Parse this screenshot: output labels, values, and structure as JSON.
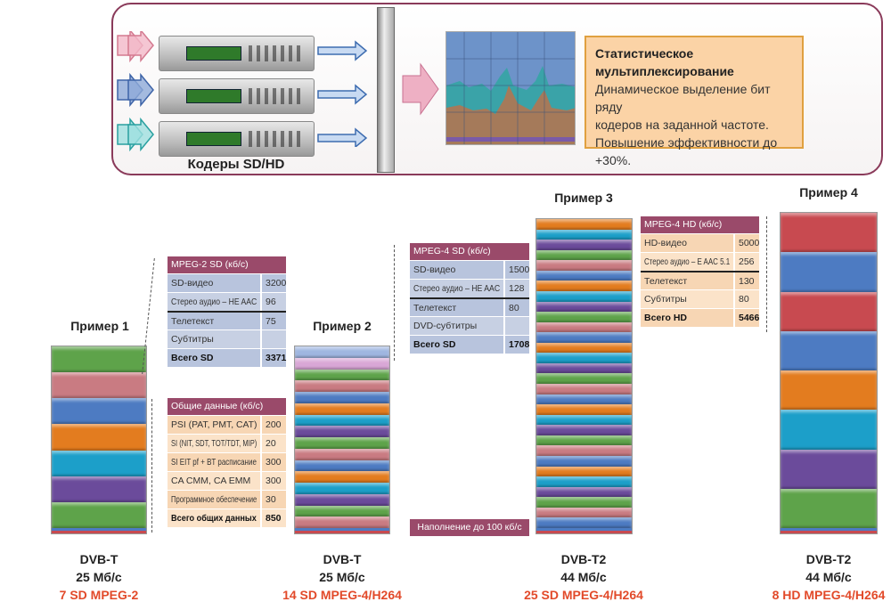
{
  "top": {
    "encoders_caption": "Кодеры SD/HD",
    "stat_title_1": "Статистическое",
    "stat_title_2": "мультиплексирование",
    "stat_text": [
      "Динамическое выделение бит ряду",
      "кодеров на заданной частоте.",
      "Повышение эффективности до +30%."
    ]
  },
  "colors": {
    "green": "#5ea34a",
    "rose": "#c97b82",
    "blue": "#4d7bc2",
    "orange": "#e37c1f",
    "teal": "#1c9fc9",
    "purple": "#6b4b9b",
    "lblue": "#9fb6e0",
    "pink": "#d9a7d6",
    "red": "#c84a50"
  },
  "examples": [
    {
      "label": "Пример 1",
      "standard": "DVB-T",
      "rate": "25 Мб/с",
      "content": "7 SD MPEG-2",
      "bands": [
        "green",
        "rose",
        "blue",
        "orange",
        "teal",
        "purple",
        "green"
      ]
    },
    {
      "label": "Пример 2",
      "standard": "DVB-T",
      "rate": "25 Мб/с",
      "content": "14 SD MPEG-4/H264",
      "bands": [
        "lblue",
        "pink",
        "green",
        "rose",
        "blue",
        "orange",
        "teal",
        "purple",
        "green",
        "rose",
        "blue",
        "orange",
        "teal",
        "purple",
        "green",
        "rose"
      ]
    },
    {
      "label": "Пример 3",
      "standard": "DVB-T2",
      "rate": "44 Мб/с",
      "content": "25 SD MPEG-4/H264",
      "bands": [
        "orange",
        "teal",
        "purple",
        "green",
        "rose",
        "blue",
        "orange",
        "teal",
        "purple",
        "green",
        "rose",
        "blue",
        "orange",
        "teal",
        "purple",
        "green",
        "rose",
        "blue",
        "orange",
        "teal",
        "purple",
        "green",
        "rose",
        "blue",
        "orange",
        "teal",
        "purple",
        "green",
        "rose",
        "blue"
      ]
    },
    {
      "label": "Пример 4",
      "standard": "DVB-T2",
      "rate": "44 Мб/с",
      "content": "8 HD MPEG-4/H264",
      "bands": [
        "red",
        "blue",
        "red",
        "blue",
        "orange",
        "teal",
        "purple",
        "green"
      ]
    }
  ],
  "tables": {
    "mpeg2": {
      "title": "MPEG-2 SD (кб/с)",
      "rows": [
        [
          "SD-видео",
          "3200"
        ],
        [
          "Стерео аудио – HE AAC",
          "96"
        ],
        [
          "Телетекст",
          "75"
        ],
        [
          "Субтитры",
          ""
        ],
        [
          "Всего SD",
          "3371"
        ]
      ]
    },
    "common": {
      "title": "Общие данные (кб/с)",
      "rows": [
        [
          "PSI (PAT, PMT, CAT)",
          "200"
        ],
        [
          "SI (NIT, SDT, TOT/TDT, MIP)",
          "20"
        ],
        [
          "SI EIT pf + BT расписание",
          "300"
        ],
        [
          "CA CMM, CA EMM",
          "300"
        ],
        [
          "Программное обеспечение",
          "30"
        ],
        [
          "Всего общих данных",
          "850"
        ]
      ]
    },
    "mpeg4sd": {
      "title": "MPEG-4 SD (кб/с)",
      "rows": [
        [
          "SD-видео",
          "1500"
        ],
        [
          "Стерео аудио – HE AAC",
          "128"
        ],
        [
          "Телетекст",
          "80"
        ],
        [
          "DVD-субтитры",
          ""
        ],
        [
          "Всего SD",
          "1708"
        ]
      ]
    },
    "mpeg4hd": {
      "title": "MPEG-4 HD (кб/с)",
      "rows": [
        [
          "HD-видео",
          "5000"
        ],
        [
          "Стерео аудио – E AAC 5.1",
          "256"
        ],
        [
          "Телетекст",
          "130"
        ],
        [
          "Субтитры",
          "80"
        ],
        [
          "Всего HD",
          "5466"
        ]
      ]
    }
  },
  "fill_note": "Наполнение до 100 кб/с"
}
